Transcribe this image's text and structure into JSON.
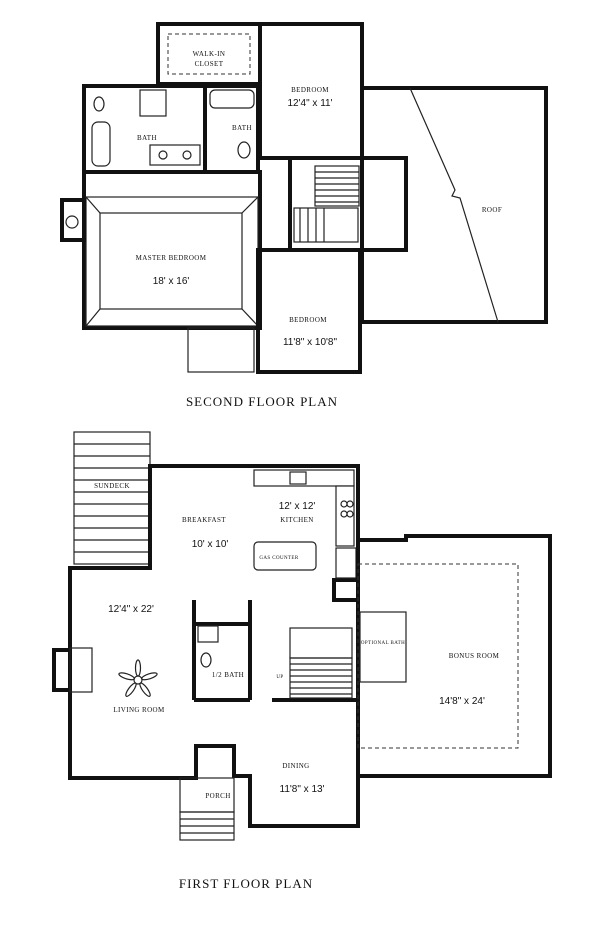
{
  "second_floor": {
    "title": "SECOND FLOOR PLAN",
    "walk_in_closet": [
      "WALK-IN",
      "CLOSET"
    ],
    "bedroom_2": {
      "label": "BEDROOM",
      "size": "12'4\" x 11'"
    },
    "bath_master": "BATH",
    "bath_hall": "BATH",
    "roof": "ROOF",
    "master_bedroom": {
      "label": "MASTER BEDROOM",
      "size": "18' x 16'"
    },
    "bedroom_3": {
      "label": "BEDROOM",
      "size": "11'8\" x 10'8\""
    }
  },
  "first_floor": {
    "title": "FIRST FLOOR PLAN",
    "sundeck": "SUNDECK",
    "breakfast": {
      "label": "BREAKFAST",
      "size": "10' x 10'"
    },
    "kitchen": {
      "label": "KITCHEN",
      "size": "12' x 12'"
    },
    "counter": "GAS COUNTER",
    "living_room": {
      "label": "LIVING ROOM",
      "size": "12'4\" x 22'"
    },
    "half_bath": "1/2 BATH",
    "up_label": "UP",
    "optional_bath": "OPTIONAL BATH",
    "bonus_room": {
      "label": "BONUS ROOM",
      "size": "14'8\" x 24'"
    },
    "dining": {
      "label": "DINING",
      "size": "11'8\" x 13'"
    },
    "porch": "PORCH"
  }
}
